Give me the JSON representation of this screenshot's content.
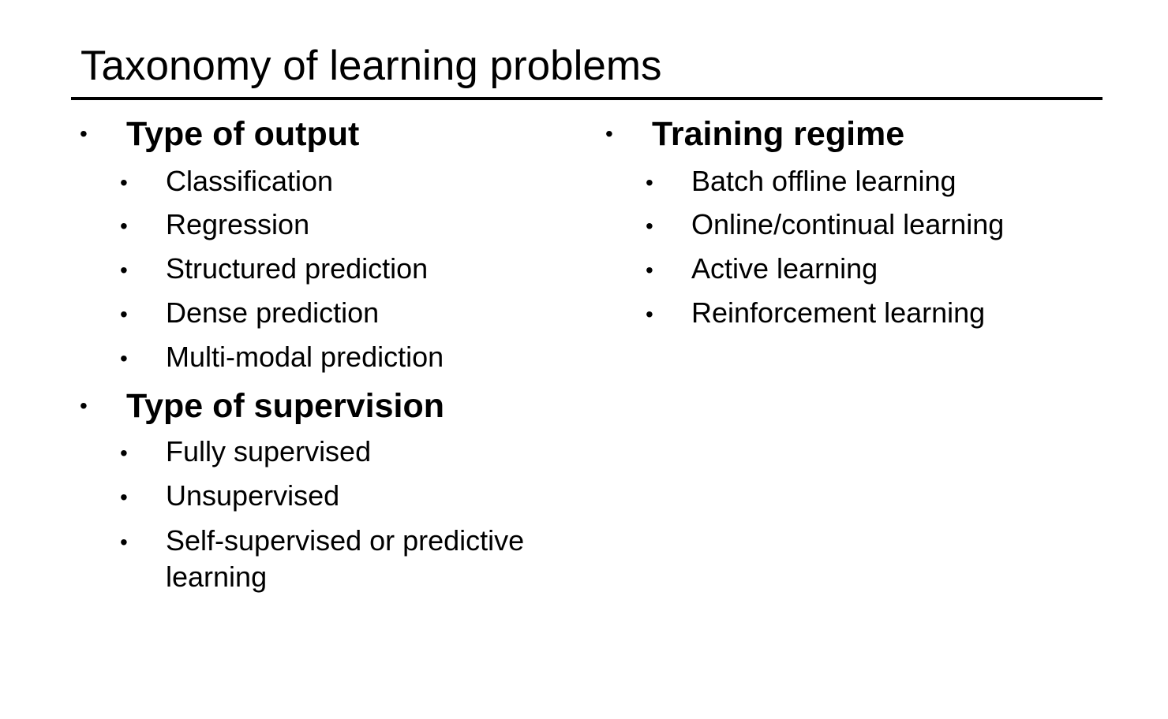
{
  "title": "Taxonomy of learning problems",
  "bullet_char": "•",
  "left_column": {
    "groups": [
      {
        "heading": "Type of output",
        "items": [
          "Classification",
          "Regression",
          "Structured prediction",
          "Dense prediction",
          "Multi-modal prediction"
        ]
      },
      {
        "heading": "Type of supervision",
        "items": [
          "Fully supervised",
          "Unsupervised",
          "Self-supervised or predictive learning"
        ]
      }
    ]
  },
  "right_column": {
    "groups": [
      {
        "heading": "Training regime",
        "items": [
          "Batch offline learning",
          "Online/continual learning",
          "Active learning",
          "Reinforcement learning"
        ]
      }
    ]
  }
}
